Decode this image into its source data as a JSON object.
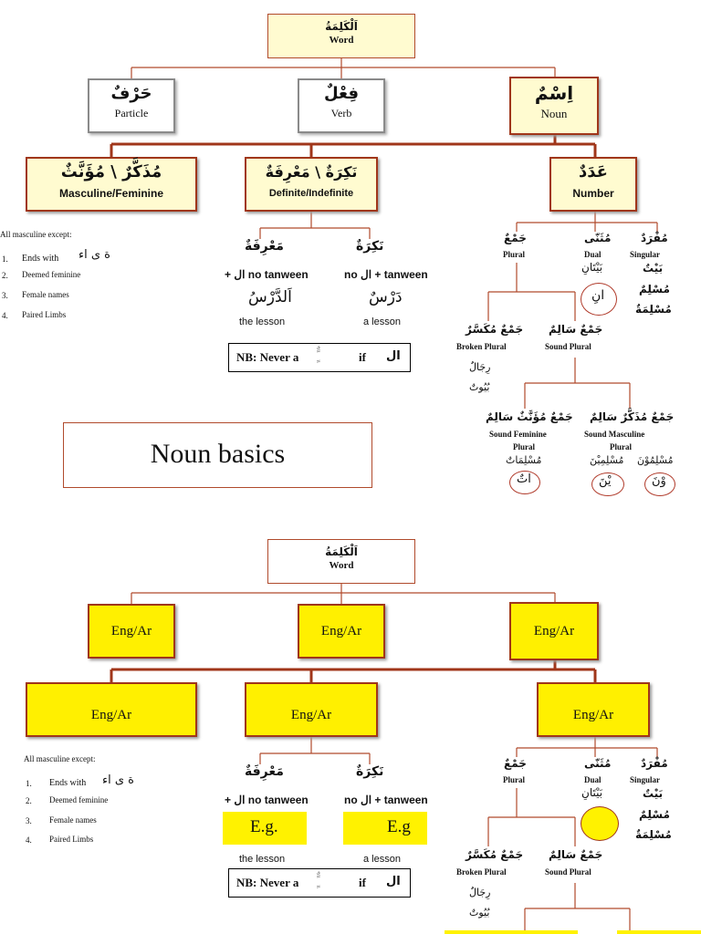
{
  "top": {
    "word": {
      "ar": "اَلْكَلِمَةُ",
      "en": "Word"
    },
    "particle": {
      "ar": "حَرْفٌ",
      "en": "Particle"
    },
    "verb": {
      "ar": "فِعْلٌ",
      "en": "Verb"
    },
    "noun": {
      "ar": "اِسْمٌ",
      "en": "Noun"
    },
    "gender": {
      "ar": "مُذَكَّرٌ \\ مُؤَنَّثٌ",
      "en": "Masculine/Feminine"
    },
    "definite": {
      "ar": "نَكِرَةٌ \\ مَعْرِفَةٌ",
      "en": "Definite/Indefinite"
    },
    "number": {
      "ar": "عَدَدٌ",
      "en": "Number"
    },
    "gender_notes": {
      "heading": "All masculine except:",
      "items": [
        {
          "num": "1.",
          "text": "Ends with",
          "ar": "ة ى اء"
        },
        {
          "num": "2.",
          "text": "Deemed feminine"
        },
        {
          "num": "3.",
          "text": "Female names"
        },
        {
          "num": "4.",
          "text": "Paired Limbs"
        }
      ]
    },
    "marifa": {
      "ar": "مَعْرِفَةٌ",
      "rule": "+ ال no tanween",
      "example_ar": "اَلدَّرْسُ",
      "example_en": "the lesson"
    },
    "nakira": {
      "ar": "نَكِرَةٌ",
      "rule": "no ال + tanween",
      "example_ar": "دَرْسٌ",
      "example_en": "a lesson"
    },
    "nb": {
      "text": "NB: Never a",
      "tanween": "ٌٍ ً",
      "if": "if",
      "al": "ال"
    },
    "plural": {
      "ar": "جَمْعٌ",
      "en": "Plural"
    },
    "dual": {
      "ar": "مُثَنّى",
      "en": "Dual",
      "example": "بَيْتَانِ",
      "ending": "انِ"
    },
    "singular": {
      "ar": "مُفْرَدٌ",
      "en": "Singular",
      "examples": [
        "بَيْتٌ",
        "مُسْلِمٌ",
        "مُسْلِمَةٌ"
      ]
    },
    "broken": {
      "ar": "جَمْعٌ مُكَسَّرٌ",
      "en": "Broken Plural",
      "examples": [
        "رِجَالٌ",
        "بُيُوتٌ"
      ]
    },
    "sound": {
      "ar": "جَمْعٌ سَالِمٌ",
      "en": "Sound Plural"
    },
    "sound_fem": {
      "ar": "جَمْعٌ مُؤَنَّثٌ سَالِمٌ",
      "en_line1": "Sound Feminine",
      "en_line2": "Plural",
      "example": "مُسْلِمَاتٌ",
      "ending": "اتٌ"
    },
    "sound_masc": {
      "ar": "جَمْعٌ مُذَكَّرٌ سَالِمٌ",
      "en_line1": "Sound Masculine",
      "en_line2": "Plural",
      "examples": [
        "مُسْلِمِيْنَ",
        "مُسْلِمُوْنَ"
      ],
      "endings": [
        "يْنَ",
        "وْنَ"
      ]
    }
  },
  "title": "Noun basics",
  "bottom": {
    "word": {
      "ar": "اَلْكَلِمَةُ",
      "en": "Word"
    },
    "row1": [
      "Eng/Ar",
      "Eng/Ar",
      "Eng/Ar"
    ],
    "row2": [
      "Eng/Ar",
      "Eng/Ar",
      "Eng/Ar"
    ],
    "gender_notes": {
      "heading": "All masculine except:",
      "items": [
        {
          "num": "1.",
          "text": "Ends with",
          "ar": "ة ى اء"
        },
        {
          "num": "2.",
          "text": "Deemed feminine"
        },
        {
          "num": "3.",
          "text": "Female names"
        },
        {
          "num": "4.",
          "text": "Paired Limbs"
        }
      ]
    },
    "marifa": {
      "ar": "مَعْرِفَةٌ",
      "rule": "+ ال no tanween",
      "eg": "E.g.",
      "example_en": "the lesson"
    },
    "nakira": {
      "ar": "نَكِرَةٌ",
      "rule": "no ال + tanween",
      "eg": "E.g",
      "example_en": "a lesson"
    },
    "nb": {
      "text": "NB: Never a",
      "tanween": "ٌٍ ً",
      "if": "if",
      "al": "ال"
    },
    "plural": {
      "ar": "جَمْعٌ",
      "en": "Plural"
    },
    "dual": {
      "ar": "مُثَنّى",
      "en": "Dual",
      "example": "بَيْتَانِ"
    },
    "singular": {
      "ar": "مُفْرَدٌ",
      "en": "Singular",
      "examples": [
        "بَيْتٌ",
        "مُسْلِمٌ",
        "مُسْلِمَةٌ"
      ]
    },
    "broken": {
      "ar": "جَمْعٌ مُكَسَّرٌ",
      "en": "Broken Plural",
      "examples": [
        "رِجَالٌ",
        "بُيُوتٌ"
      ]
    },
    "sound": {
      "ar": "جَمْعٌ سَالِمٌ",
      "en": "Sound Plural"
    }
  },
  "colors": {
    "line": "#b04a2c",
    "dark_line": "#a0361a",
    "pale_yellow": "#fffbd0",
    "yellow": "#fff000"
  }
}
